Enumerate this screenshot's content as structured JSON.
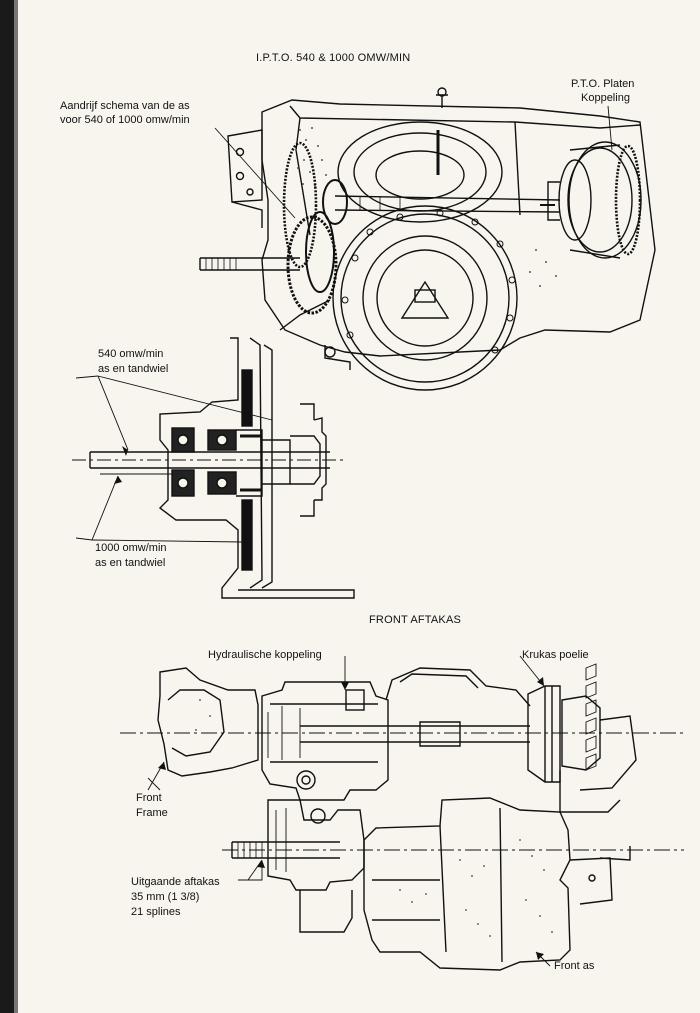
{
  "page": {
    "title_top": "I.P.T.O. 540 & 1000 OMW/MIN",
    "title_front": "FRONT AFTAKAS"
  },
  "labels": {
    "aandrijf_1": "Aandrijf schema van de as",
    "aandrijf_2": "voor 540 of 1000 omw/min",
    "pto_1": "P.T.O. Platen",
    "pto_2": "Koppeling",
    "s540_1": "540 omw/min",
    "s540_2": "as en tandwiel",
    "s1000_1": "1000 omw/min",
    "s1000_2": "as en tandwiel",
    "hydraulische": "Hydraulische koppeling",
    "krukas": "Krukas poelie",
    "frame_1": "Front",
    "frame_2": "Frame",
    "uitgaande_1": "Uitgaande aftakas",
    "uitgaande_2": "35 mm (1 3/8)",
    "uitgaande_3": "21 splines",
    "front_as": "Front as"
  }
}
